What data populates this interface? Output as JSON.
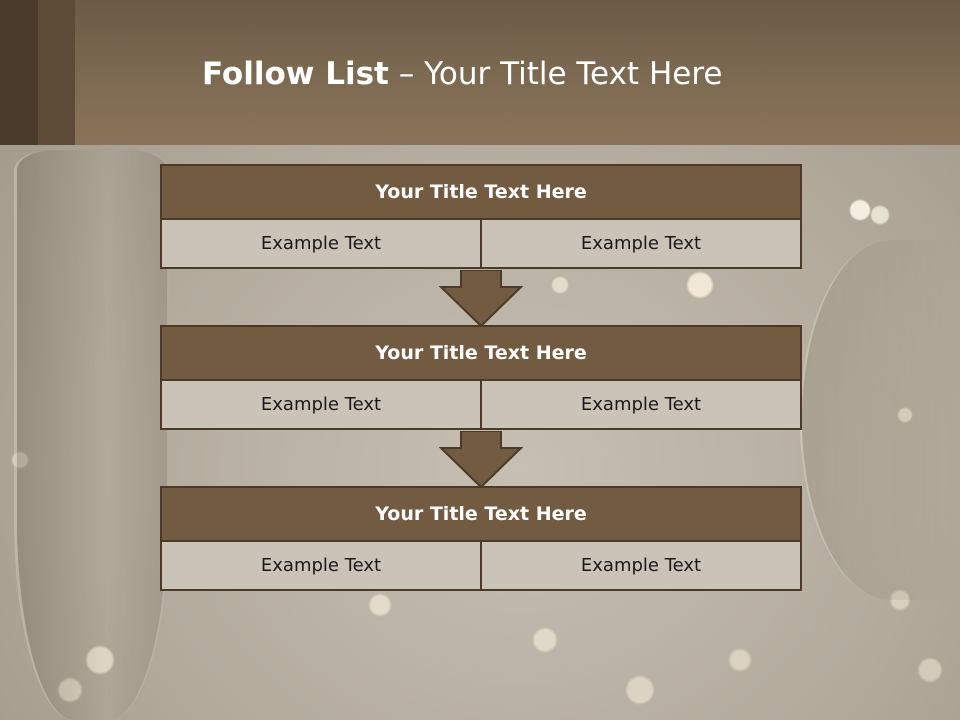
{
  "slide": {
    "title_bold": "Follow List",
    "title_rest": " – Your Title Text Here"
  },
  "blocks": [
    {
      "title": "Your Title Text Here",
      "cells": [
        "Example Text",
        "Example Text"
      ]
    },
    {
      "title": "Your Title Text Here",
      "cells": [
        "Example Text",
        "Example Text"
      ]
    },
    {
      "title": "Your Title Text Here",
      "cells": [
        "Example Text",
        "Example Text"
      ]
    }
  ],
  "colors": {
    "header": "#7d6a52",
    "block_title": "#735b41",
    "cell": "#c9c3b8",
    "border": "#4b3a29"
  },
  "icons": [
    "down-arrow-icon",
    "down-arrow-icon"
  ]
}
